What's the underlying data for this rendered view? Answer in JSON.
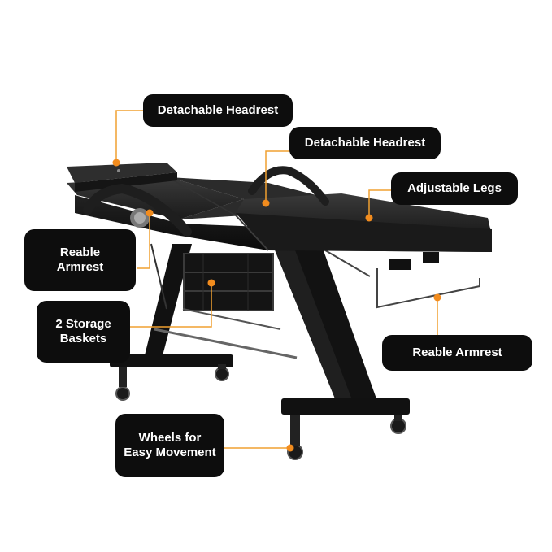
{
  "callouts": {
    "headrest_1": "Detachable Headrest",
    "headrest_2": "Detachable Headrest",
    "legs": "Adjustable Legs",
    "armrest_left_line1": "Reable",
    "armrest_left_line2": "Armrest",
    "baskets_line1": "2 Storage",
    "baskets_line2": "Baskets",
    "armrest_right": "Reable Armrest",
    "wheels_line1": "Wheels for",
    "wheels_line2": "Easy Movement"
  },
  "colors": {
    "label_background": "#0d0d0d",
    "label_text": "#ffffff",
    "leader_line": "#f0a030",
    "leader_dot": "#f28c1e",
    "bed_upholstery": "#1b1b1b",
    "frame": "#111111"
  }
}
